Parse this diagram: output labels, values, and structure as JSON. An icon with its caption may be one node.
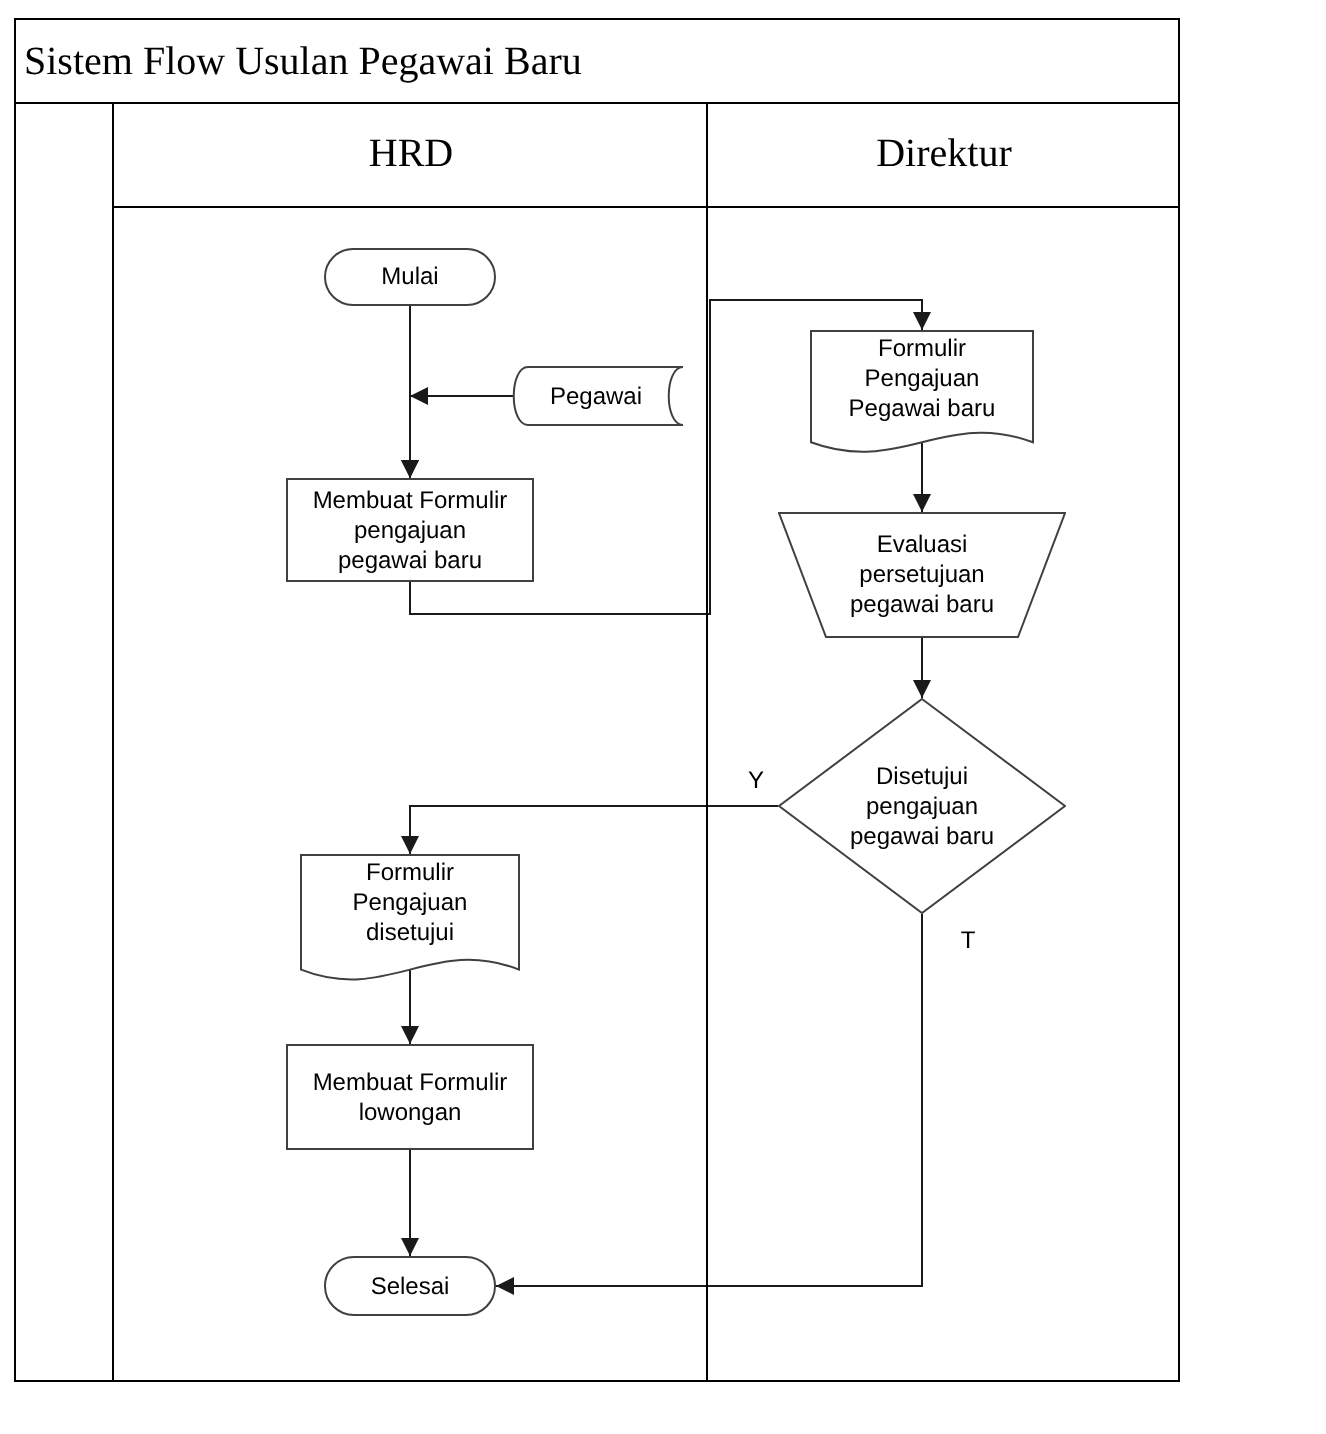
{
  "diagram": {
    "title": "Sistem Flow Usulan Pegawai Baru",
    "nodes": [
      {
        "text": [
          "HRD"
        ]
      },
      {
        "text": [
          "Direktur"
        ]
      },
      {
        "text": [
          "Mulai"
        ],
        "in": 0
      },
      {
        "text": [
          "Pegawai"
        ],
        "in": 0
      },
      {
        "text": [
          "Membuat Formulir pengajuan pegawai baru"
        ],
        "in": 0
      },
      {
        "text": [
          "Formulir Pengajuan Pegawai baru"
        ],
        "in": 1
      },
      {
        "text": [
          "Evaluasi persetujuan pegawai baru"
        ],
        "in": 1
      },
      {
        "text": [
          "Disetujui pengajuan pegawai baru"
        ],
        "in": 1
      },
      {
        "text": [
          "Formulir Pengajuan disetujui"
        ],
        "in": 0
      },
      {
        "text": [
          "Membuat Formulir lowongan"
        ],
        "in": 0
      },
      {
        "text": [
          "Selesai"
        ],
        "in": 0
      }
    ],
    "edges": [
      {
        "from": 2,
        "to": 4,
        "arrow": "to"
      },
      {
        "from": 3,
        "to": 4,
        "arrow": "to"
      },
      {
        "from": 4,
        "to": 5,
        "arrow": "to"
      },
      {
        "from": 5,
        "to": 6,
        "arrow": "to"
      },
      {
        "from": 6,
        "to": 7,
        "arrow": "to"
      },
      {
        "from": 7,
        "to": 8,
        "arrow": "to",
        "label": "Y"
      },
      {
        "from": 7,
        "to": 10,
        "arrow": "to",
        "label": "T"
      },
      {
        "from": 8,
        "to": 9,
        "arrow": "to"
      },
      {
        "from": 9,
        "to": 10,
        "arrow": "to"
      }
    ]
  }
}
